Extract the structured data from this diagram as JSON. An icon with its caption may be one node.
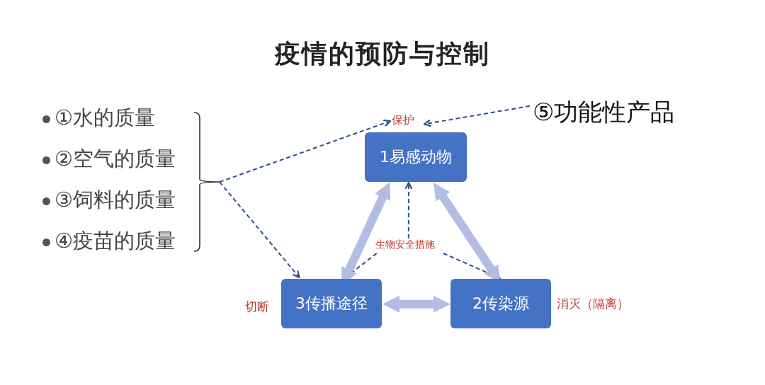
{
  "diagram": {
    "title": "疫情的预防与控制",
    "nodes": [
      {
        "text": [
          "①水的质量",
          "②空气的质量",
          "③饲料的质量",
          "④疫苗的质量"
        ]
      },
      {
        "text": [
          "保护"
        ]
      },
      {
        "text": [
          "⑤功能性产品"
        ]
      },
      {
        "text": [
          "1易感动物"
        ]
      },
      {
        "text": [
          "生物安全措施"
        ]
      },
      {
        "text": [
          "3传播途径"
        ],
        "beside": [
          "切断"
        ]
      },
      {
        "text": [
          "2传染源"
        ],
        "beside": [
          "消灭（隔离）"
        ]
      }
    ],
    "edges": [
      {
        "from": 0,
        "to": 1,
        "arrow": "to",
        "style": "dashed"
      },
      {
        "from": 0,
        "to": 5,
        "arrow": "to",
        "style": "dashed"
      },
      {
        "from": 2,
        "to": 1,
        "arrow": "to",
        "style": "dashed"
      },
      {
        "from": 4,
        "to": 3,
        "arrow": "to",
        "style": "dashed"
      },
      {
        "from": 4,
        "to": 5,
        "arrow": "to",
        "style": "dashed"
      },
      {
        "from": 4,
        "to": 6,
        "arrow": "to",
        "style": "dashed"
      },
      {
        "from": 5,
        "to": 3,
        "arrow": "both",
        "style": "thick",
        "color": "#b3bde3"
      },
      {
        "from": 3,
        "to": 6,
        "arrow": "both",
        "style": "thick",
        "color": "#b3bde3"
      },
      {
        "from": 5,
        "to": 6,
        "arrow": "both",
        "style": "thick",
        "color": "#b3bde3"
      }
    ]
  }
}
